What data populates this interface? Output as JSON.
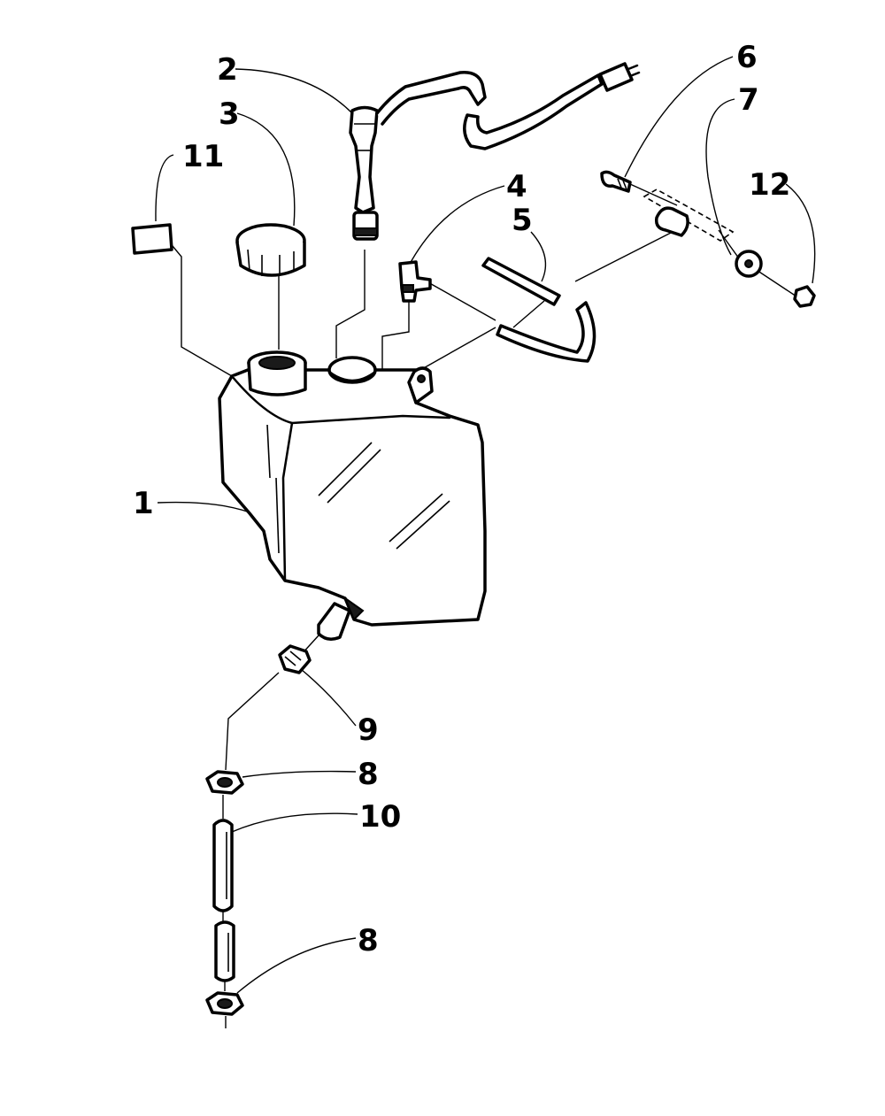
{
  "callouts": [
    {
      "id": "1",
      "label": "1"
    },
    {
      "id": "2",
      "label": "2"
    },
    {
      "id": "3",
      "label": "3"
    },
    {
      "id": "4",
      "label": "4"
    },
    {
      "id": "5",
      "label": "5"
    },
    {
      "id": "6",
      "label": "6"
    },
    {
      "id": "7",
      "label": "7"
    },
    {
      "id": "8a",
      "label": "8"
    },
    {
      "id": "8b",
      "label": "8"
    },
    {
      "id": "9",
      "label": "9"
    },
    {
      "id": "10",
      "label": "10"
    },
    {
      "id": "11",
      "label": "11"
    },
    {
      "id": "12",
      "label": "12"
    }
  ]
}
